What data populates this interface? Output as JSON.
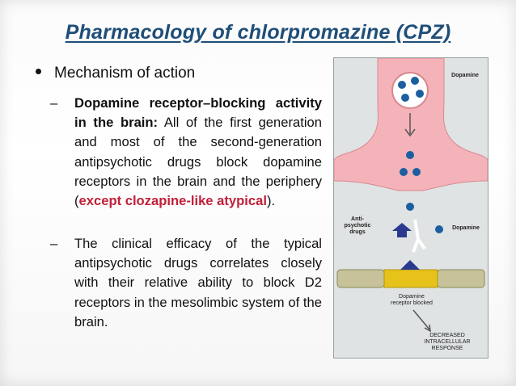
{
  "slide": {
    "title": "Pharmacology of chlorpromazine (CPZ)",
    "bullet": "Mechanism of action",
    "sub1": {
      "dash": "–",
      "bold_part": "Dopamine receptor–blocking activity in the brain:",
      "text_part": " All of the first generation and most of the second-generation antipsychotic drugs block dopamine receptors in the brain and the periphery (",
      "highlight": "except clozapine-like atypical",
      "end": ")."
    },
    "sub2": {
      "dash": "–",
      "text": "The clinical efficacy of the typical antipsychotic drugs correlates closely with their relative ability to block D2 receptors in the mesolimbic system of the brain."
    }
  },
  "figure": {
    "label_dopamine_top": "Dopamine",
    "label_antipsychotic": "Anti-\npsychotic\ndrugs",
    "label_dopamine_right": "Dopamine",
    "label_receptor_blocked": "Dopamine\nreceptor blocked",
    "label_response": "DECREASED\nINTRACELLULAR\nRESPONSE",
    "colors": {
      "neuron": "#f4b3b8",
      "neuron_edge": "#d98890",
      "dopamine": "#1b5fa0",
      "drug": "#2b3a8f",
      "receptor": "#e6c21a",
      "background": "#dfe3e3"
    }
  }
}
